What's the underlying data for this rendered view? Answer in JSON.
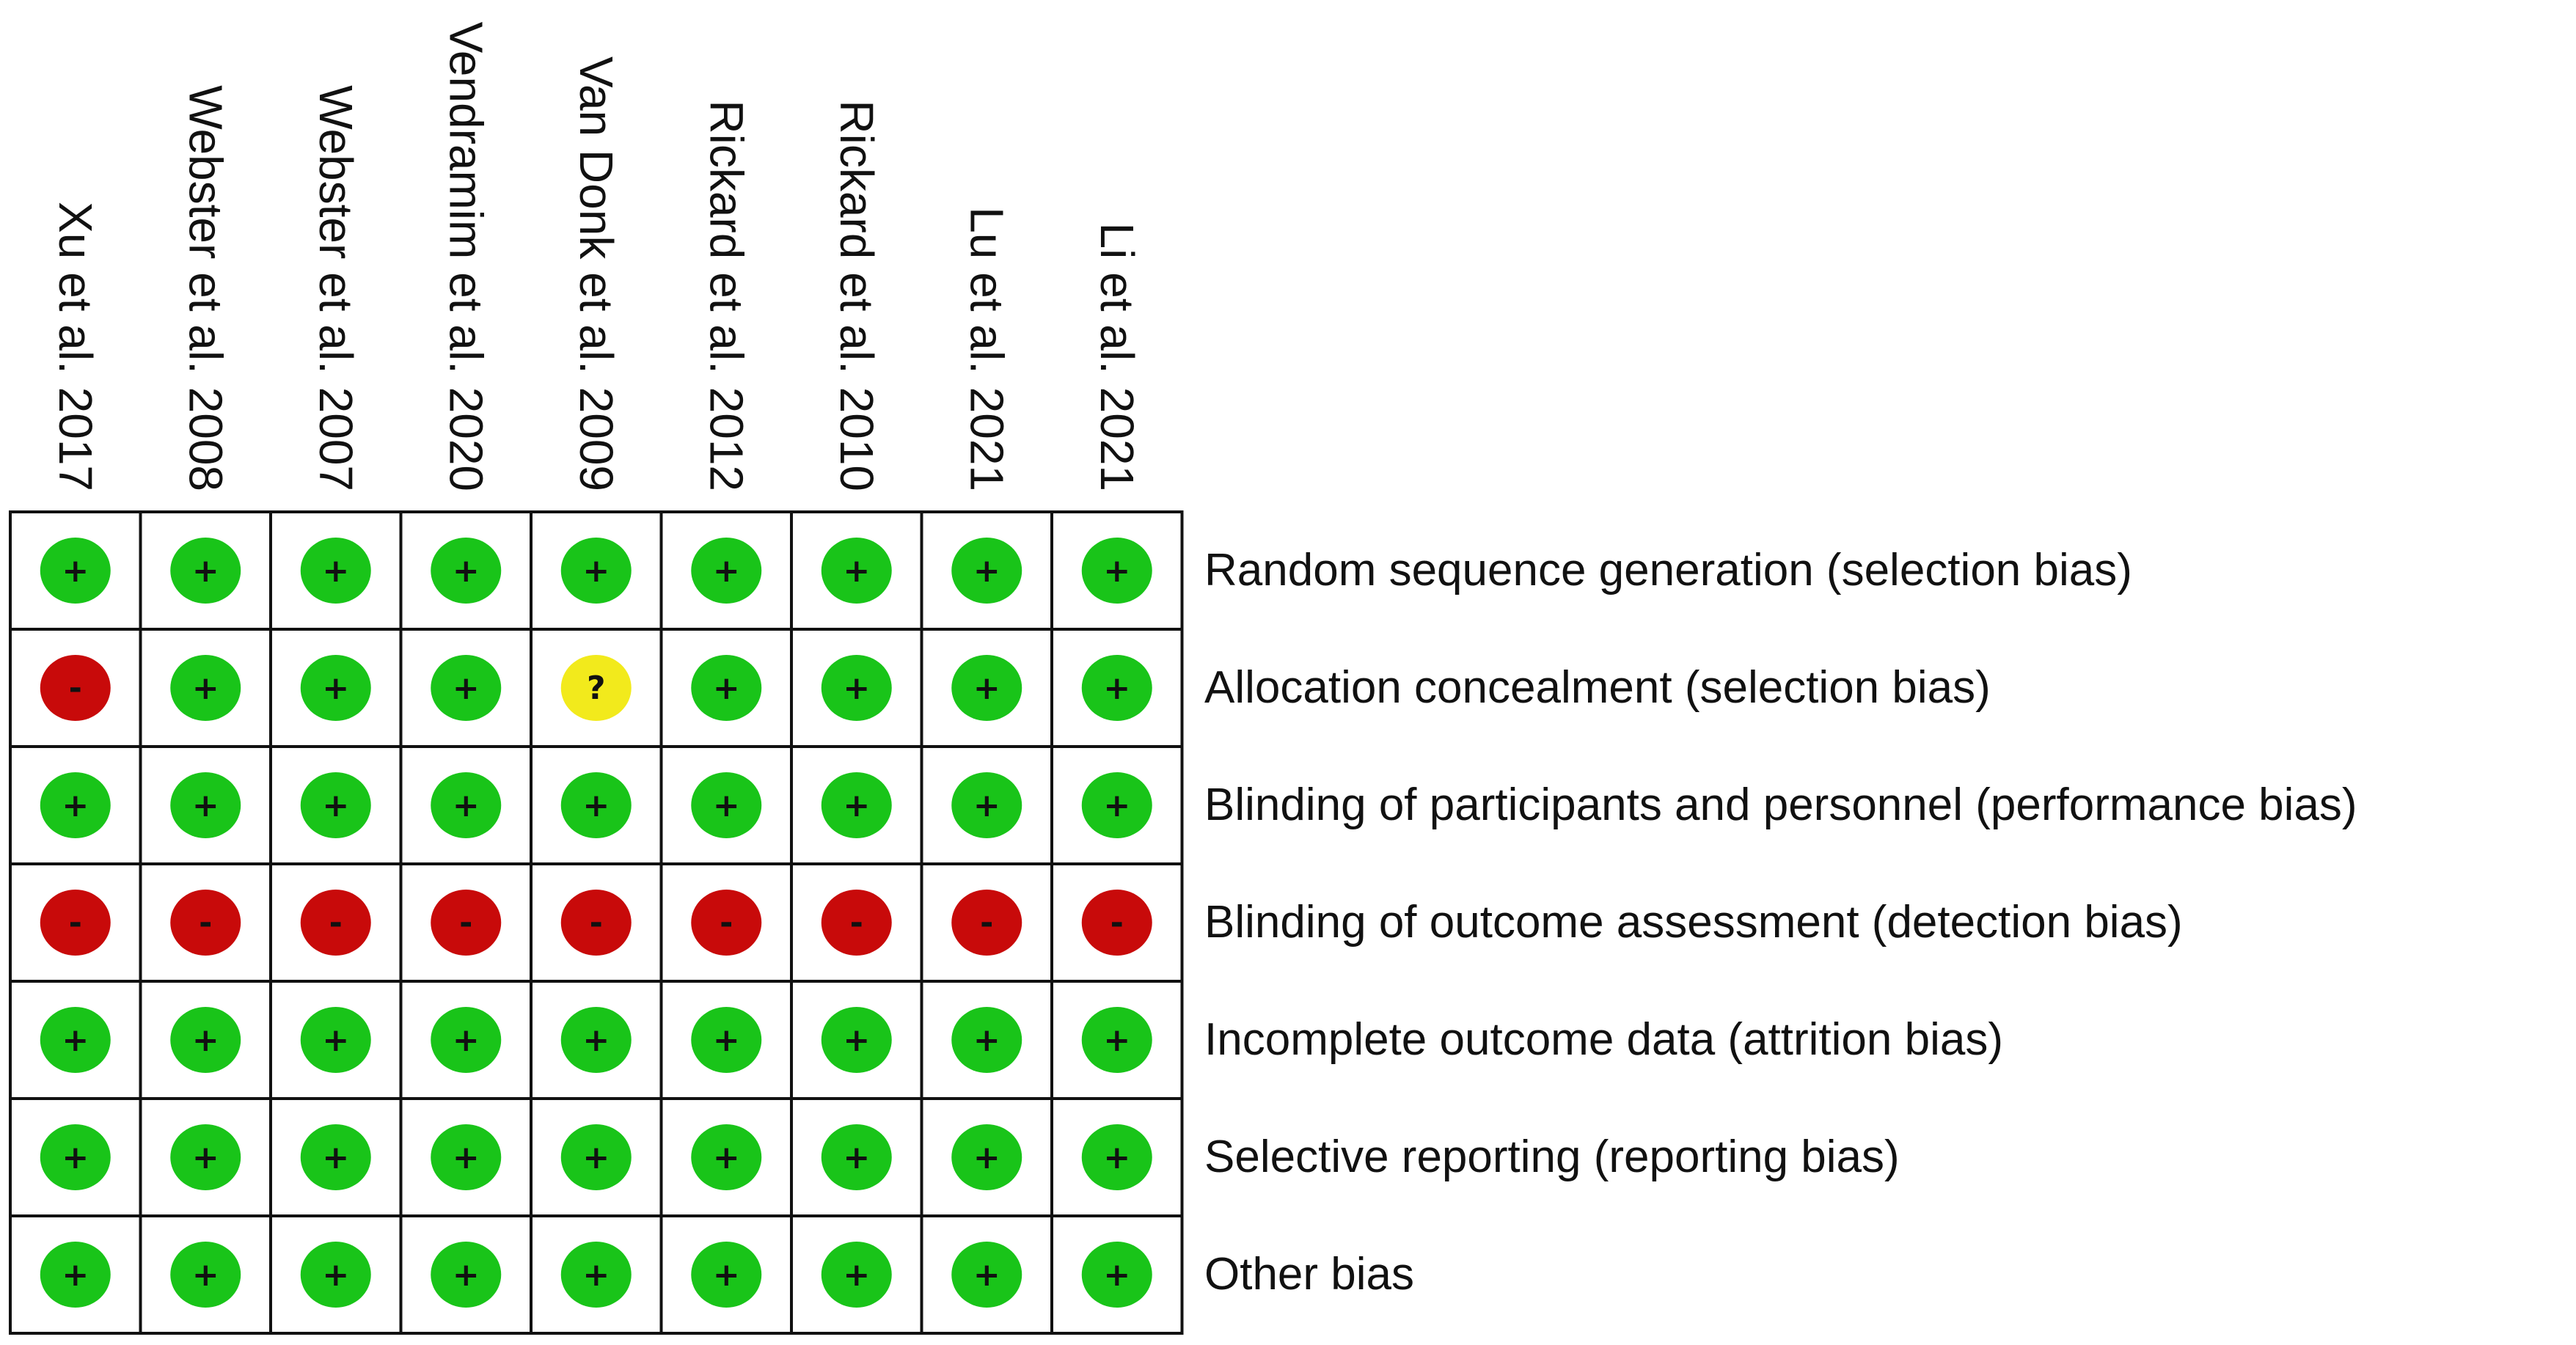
{
  "studies": [
    "Xu et al. 2017",
    "Webster et al. 2008",
    "Webster et al. 2007",
    "Vendramim et al. 2020",
    "Van Donk et al. 2009",
    "Rickard et al. 2012",
    "Rickard et al. 2010",
    "Lu et al. 2021",
    "Li et al. 2021"
  ],
  "domains": [
    "Random sequence generation (selection bias)",
    "Allocation concealment (selection bias)",
    "Blinding of participants and personnel (performance bias)",
    "Blinding of outcome assessment (detection bias)",
    "Incomplete outcome data (attrition bias)",
    "Selective reporting (reporting bias)",
    "Other bias"
  ],
  "judgements": [
    [
      "low",
      "low",
      "low",
      "low",
      "low",
      "low",
      "low",
      "low",
      "low"
    ],
    [
      "high",
      "low",
      "low",
      "low",
      "unclear",
      "low",
      "low",
      "low",
      "low"
    ],
    [
      "low",
      "low",
      "low",
      "low",
      "low",
      "low",
      "low",
      "low",
      "low"
    ],
    [
      "high",
      "high",
      "high",
      "high",
      "high",
      "high",
      "high",
      "high",
      "high"
    ],
    [
      "low",
      "low",
      "low",
      "low",
      "low",
      "low",
      "low",
      "low",
      "low"
    ],
    [
      "low",
      "low",
      "low",
      "low",
      "low",
      "low",
      "low",
      "low",
      "low"
    ],
    [
      "low",
      "low",
      "low",
      "low",
      "low",
      "low",
      "low",
      "low",
      "low"
    ]
  ],
  "legend": {
    "low": {
      "symbol": "+",
      "color": "#19c419"
    },
    "high": {
      "symbol": "-",
      "color": "#c80a0a"
    },
    "unclear": {
      "symbol": "?",
      "color": "#f2ea1c"
    }
  }
}
